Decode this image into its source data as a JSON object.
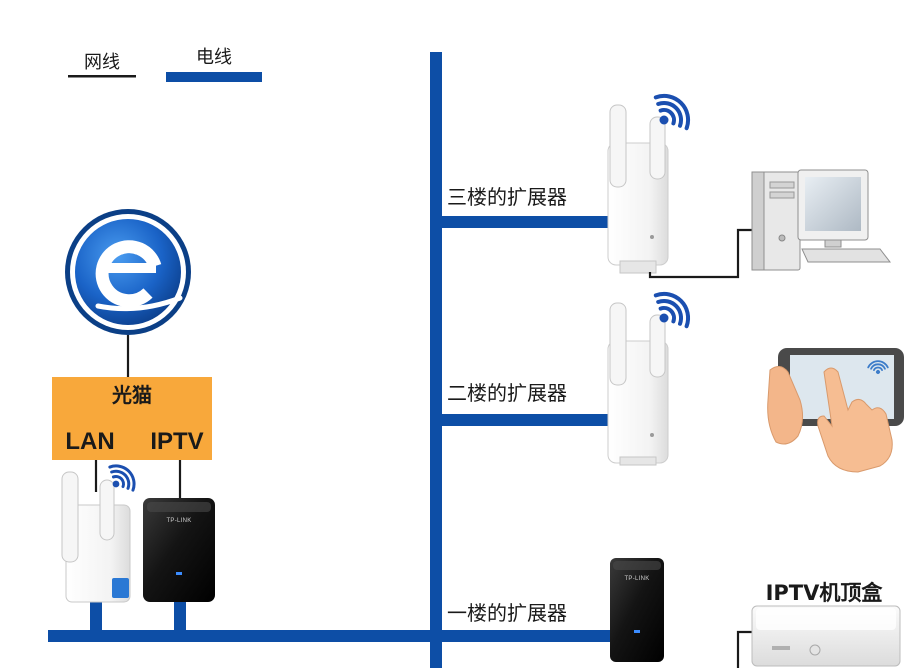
{
  "legend": {
    "network_cable": "网线",
    "power_line": "电线"
  },
  "modem": {
    "title": "光猫",
    "lan_port": "LAN",
    "iptv_port": "IPTV"
  },
  "floors": {
    "third": "三楼的扩展器",
    "second": "二楼的扩展器",
    "first": "一楼的扩展器"
  },
  "set_top_box": {
    "label": "IPTV机顶盒"
  },
  "adapter_brand": "TP-LINK",
  "icons": [
    "internet-icon",
    "wifi-icon",
    "extender-icon",
    "powerline-adapter-icon",
    "desktop-computer-icon",
    "tablet-icon",
    "set-top-box-icon"
  ],
  "colors": {
    "power_line": "#0d4ea6",
    "network_cable": "#1a1a1a",
    "modem": "#f8a83b",
    "wifi": "#1b4fb0"
  }
}
